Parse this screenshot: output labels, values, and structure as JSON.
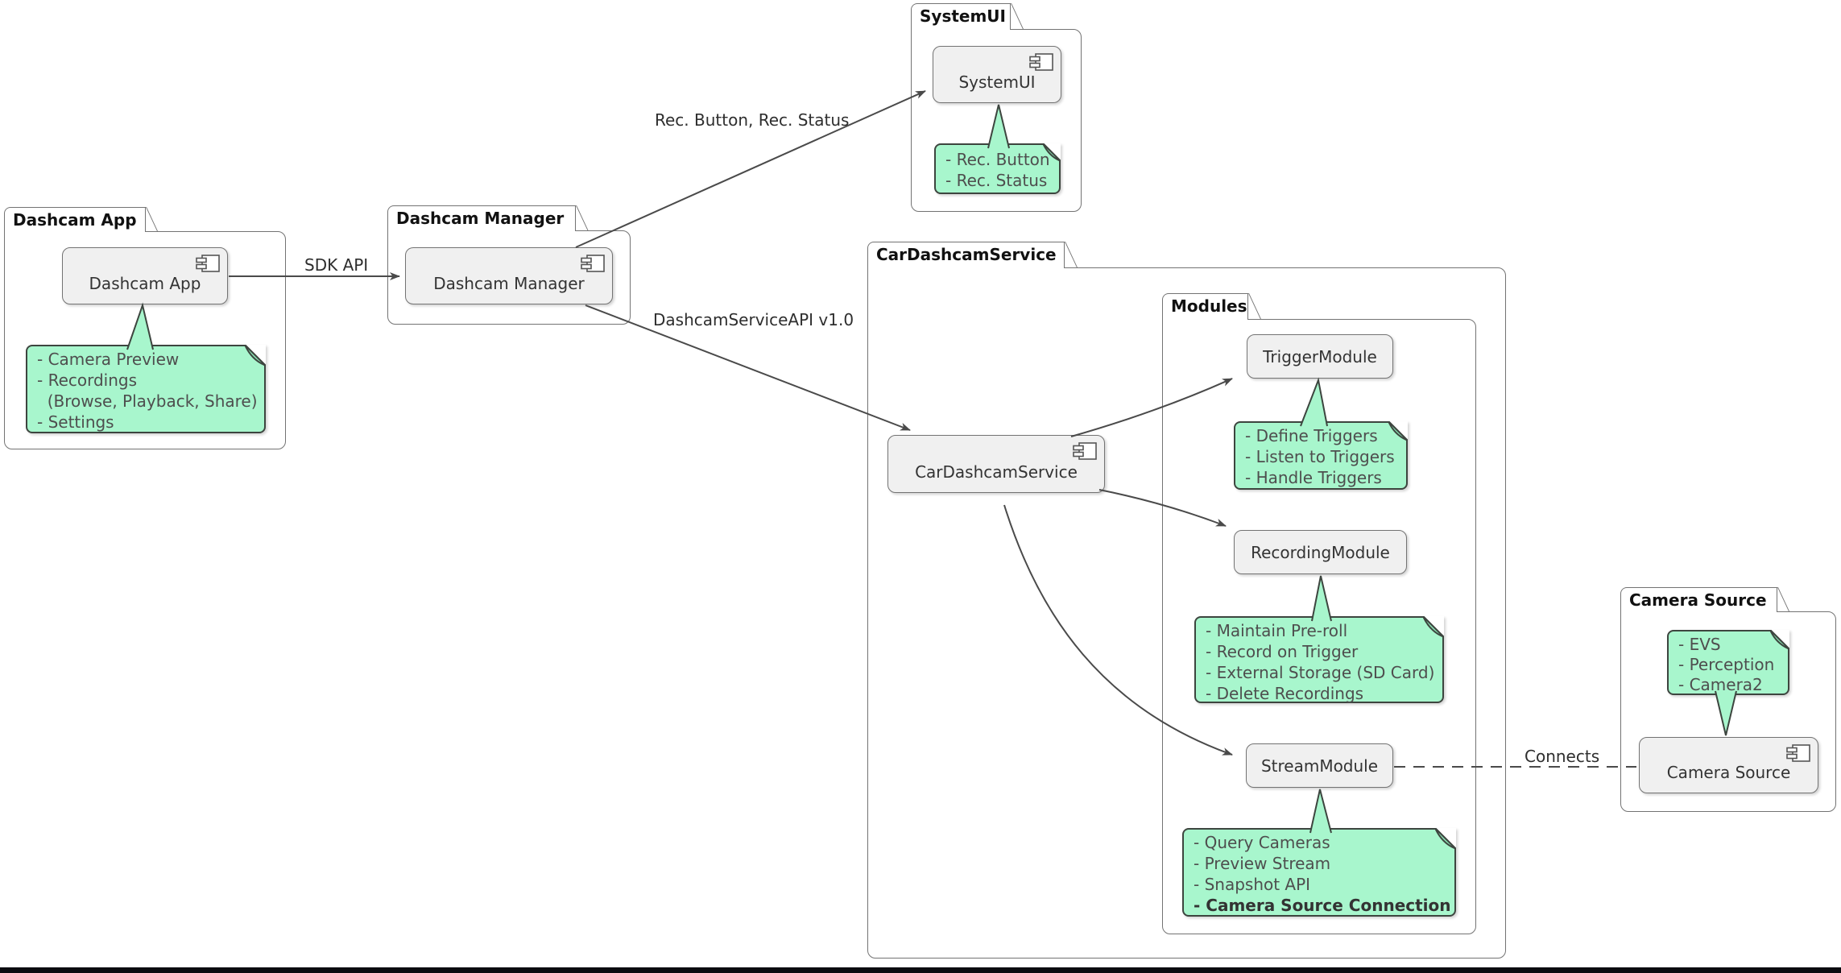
{
  "colors": {
    "note_fill": "#A8F6CD",
    "note_border": "#3D453F",
    "component_fill": "#F0F0F0",
    "component_border": "#737373",
    "package_border": "#737373",
    "edge_color": "#4A4A4A",
    "bottom_bar": "#0B0B10"
  },
  "packages": {
    "dashcam_app": {
      "title": "Dashcam App"
    },
    "dashcam_manager": {
      "title": "Dashcam Manager"
    },
    "systemui": {
      "title": "SystemUI"
    },
    "car_dashcam_service": {
      "title": "CarDashcamService"
    },
    "modules": {
      "title": "Modules"
    },
    "camera_source": {
      "title": "Camera Source"
    }
  },
  "components": {
    "dashcam_app": "Dashcam App",
    "dashcam_manager": "Dashcam Manager",
    "systemui": "SystemUI",
    "car_dashcam_service": "CarDashcamService",
    "trigger_module": "TriggerModule",
    "recording_module": "RecordingModule",
    "stream_module": "StreamModule",
    "camera_source": "Camera Source"
  },
  "notes": {
    "dashcam_app": {
      "lines": [
        "- Camera Preview",
        "- Recordings",
        "  (Browse, Playback, Share)",
        "- Settings"
      ]
    },
    "systemui": {
      "lines": [
        "- Rec. Button",
        "- Rec. Status"
      ]
    },
    "trigger_module": {
      "lines": [
        "- Define Triggers",
        "- Listen to Triggers",
        "- Handle Triggers"
      ]
    },
    "recording_module": {
      "lines": [
        "- Maintain Pre-roll",
        "- Record on Trigger",
        "- External Storage (SD Card)",
        "- Delete Recordings"
      ]
    },
    "stream_module": {
      "lines": [
        "- Query Cameras",
        "- Preview Stream",
        "- Snapshot API",
        "- Camera Source Connection"
      ]
    },
    "camera_source": {
      "lines": [
        "- EVS",
        "- Perception",
        "- Camera2"
      ]
    }
  },
  "edge_labels": {
    "sdk_api": "SDK API",
    "rec_button_status": "Rec. Button, Rec. Status",
    "dashcam_service_api": "DashcamServiceAPI v1.0",
    "connects": "Connects"
  }
}
